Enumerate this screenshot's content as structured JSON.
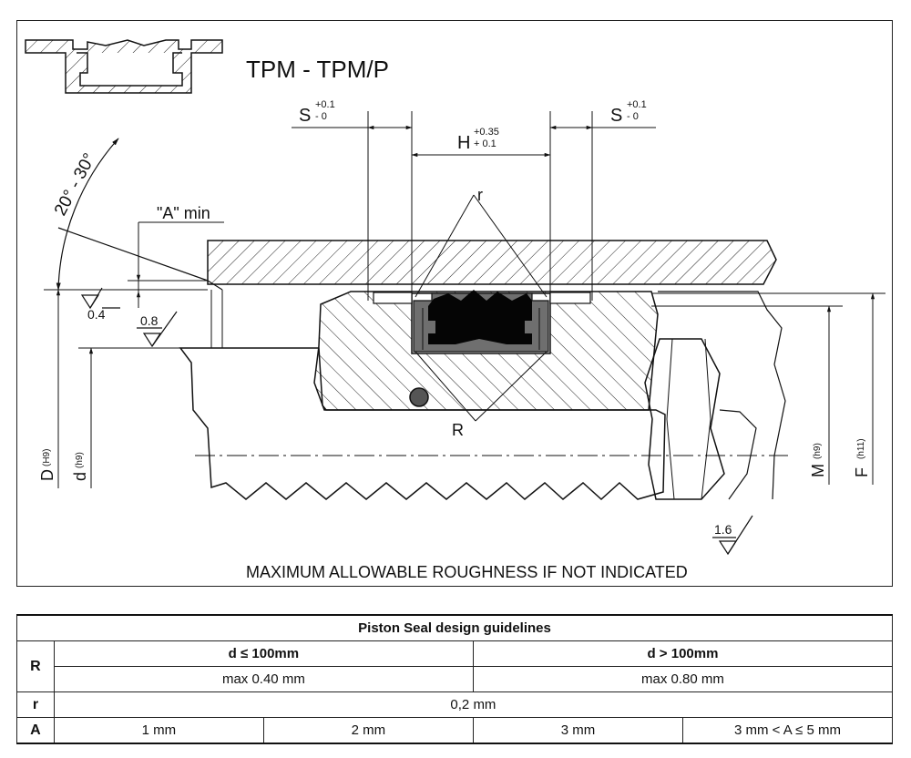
{
  "drawing": {
    "title": "TPM - TPM/P",
    "footnote": "MAXIMUM ALLOWABLE ROUGHNESS IF NOT INDICATED",
    "dim_S_left": "S",
    "dim_S_left_tol_upper": "+0.1",
    "dim_S_left_tol_lower": "- 0",
    "dim_S_right": "S",
    "dim_S_right_tol_upper": "+0.1",
    "dim_S_right_tol_lower": "- 0",
    "dim_H": "H",
    "dim_H_tol_upper": "+0.35",
    "dim_H_tol_lower": "+ 0.1",
    "angle_label": "20° - 30°",
    "A_min_label": "\"A\" min",
    "r_label": "r",
    "R_label": "R",
    "roughness_1": "0.4",
    "roughness_2": "0.8",
    "roughness_3": "1.6",
    "dim_D": "D",
    "dim_D_fit": "(H9)",
    "dim_d": "d",
    "dim_d_fit": "(h9)",
    "dim_M": "M",
    "dim_M_fit": "(h9)",
    "dim_F": "F",
    "dim_F_fit": "(h11)"
  },
  "table": {
    "title": "Piston Seal design guidelines",
    "row_R_label": "R",
    "row_r_label": "r",
    "row_A_label": "A",
    "col_small": "d ≤ 100mm",
    "col_large": "d > 100mm",
    "R_small": "max 0.40 mm",
    "R_large": "max 0.80 mm",
    "r_value": "0,2 mm",
    "A_values": [
      "1 mm",
      "2 mm",
      "3 mm",
      "3 mm < A ≤ 5 mm"
    ]
  }
}
